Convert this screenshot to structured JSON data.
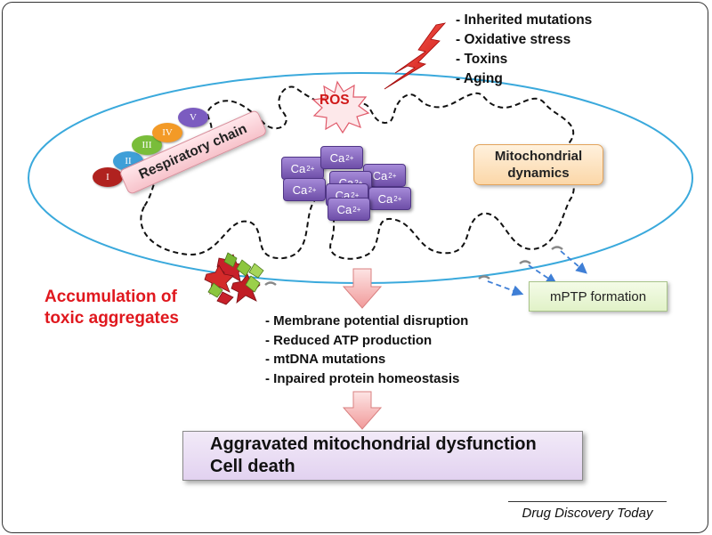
{
  "stressors": [
    "- Inherited mutations",
    "- Oxidative stress",
    "- Toxins",
    "- Aging"
  ],
  "ros_label": "ROS",
  "respiratory_chain": {
    "label": "Respiratory chain",
    "complexes": [
      "I",
      "II",
      "III",
      "IV",
      "V"
    ],
    "complex_colors": [
      "#b0221f",
      "#3f9fd8",
      "#79bd3a",
      "#f39a27",
      "#7b5cc0"
    ]
  },
  "mito_dynamics_label": "Mitochondrial dynamics",
  "calcium": {
    "base": "Ca",
    "charge": "2+",
    "count": 8
  },
  "accumulation_label": [
    "Accumulation of",
    "toxic aggregates"
  ],
  "mptp_label": "mPTP formation",
  "effects": [
    "- Membrane potential disruption",
    "- Reduced ATP production",
    "- mtDNA mutations",
    "- Inpaired protein homeostasis"
  ],
  "outcomes": [
    "Aggravated mitochondrial dysfunction",
    "Cell death"
  ],
  "credit": "Drug Discovery Today",
  "colors": {
    "membrane": "#3aa9dc",
    "ros": "#d01818",
    "accumulation": "#e0181e",
    "arrow_blue": "#3f7fd6",
    "arrow_pink": "#f4a2a2"
  }
}
